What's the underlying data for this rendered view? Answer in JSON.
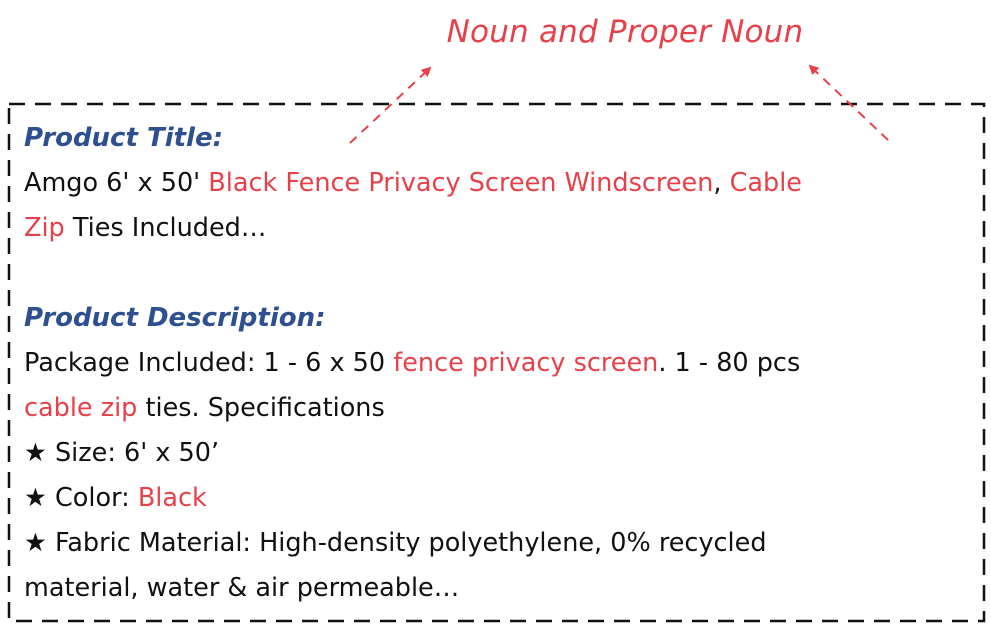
{
  "annotation": {
    "label": "Noun and Proper Noun",
    "color": "#e8404a"
  },
  "heading_color": "#2e5090",
  "title_section": {
    "heading": "Product Title:",
    "line1": {
      "t1": "Amgo 6' x 50' ",
      "h1": "Black Fence Privacy Screen Windscreen",
      "t2": ", ",
      "h2": "Cable"
    },
    "line2": {
      "h1": "Zip",
      "t1": " Ties Included…"
    }
  },
  "description_section": {
    "heading": "Product Description:",
    "line1": {
      "t1": "Package Included: 1 - 6 x 50 ",
      "h1": "fence privacy screen",
      "t2": ". 1 - 80 pcs"
    },
    "line2": {
      "h1": "cable zip",
      "t1": " ties. Specifications"
    },
    "line3": {
      "star": "★",
      "t1": " Size: 6' x 50’"
    },
    "line4": {
      "star": "★",
      "t1": " Color: ",
      "h1": "Black"
    },
    "line5": {
      "star": "★",
      "t1": " Fabric Material: High-density polyethylene, 0% recycled"
    },
    "line6": {
      "t1": "material, water & air permeable…"
    }
  }
}
